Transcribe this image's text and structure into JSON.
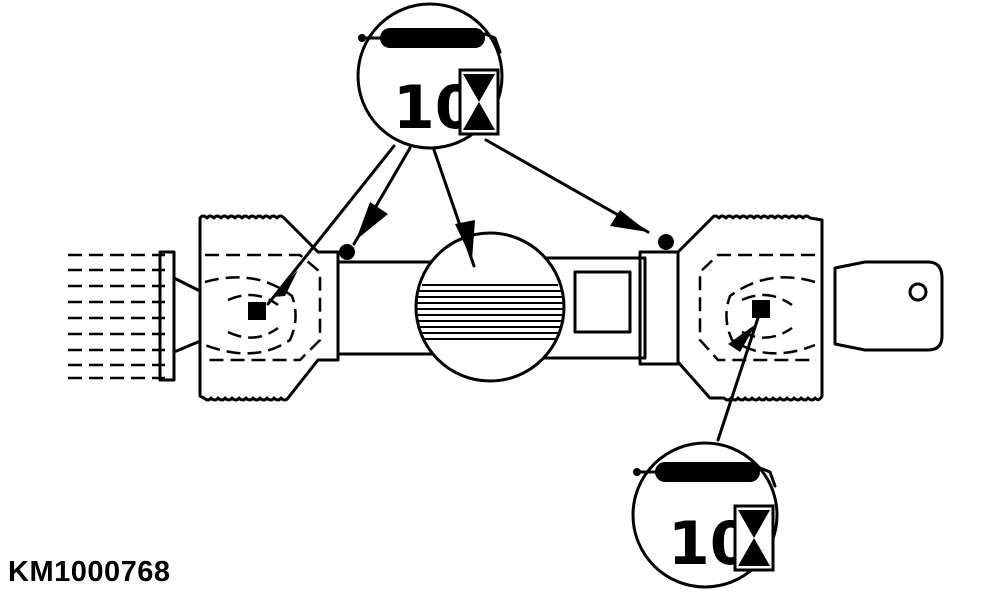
{
  "figure_id": "KM1000768",
  "callouts": [
    {
      "name": "top-callout",
      "interval": "10"
    },
    {
      "name": "bottom-callout",
      "interval": "10"
    }
  ]
}
